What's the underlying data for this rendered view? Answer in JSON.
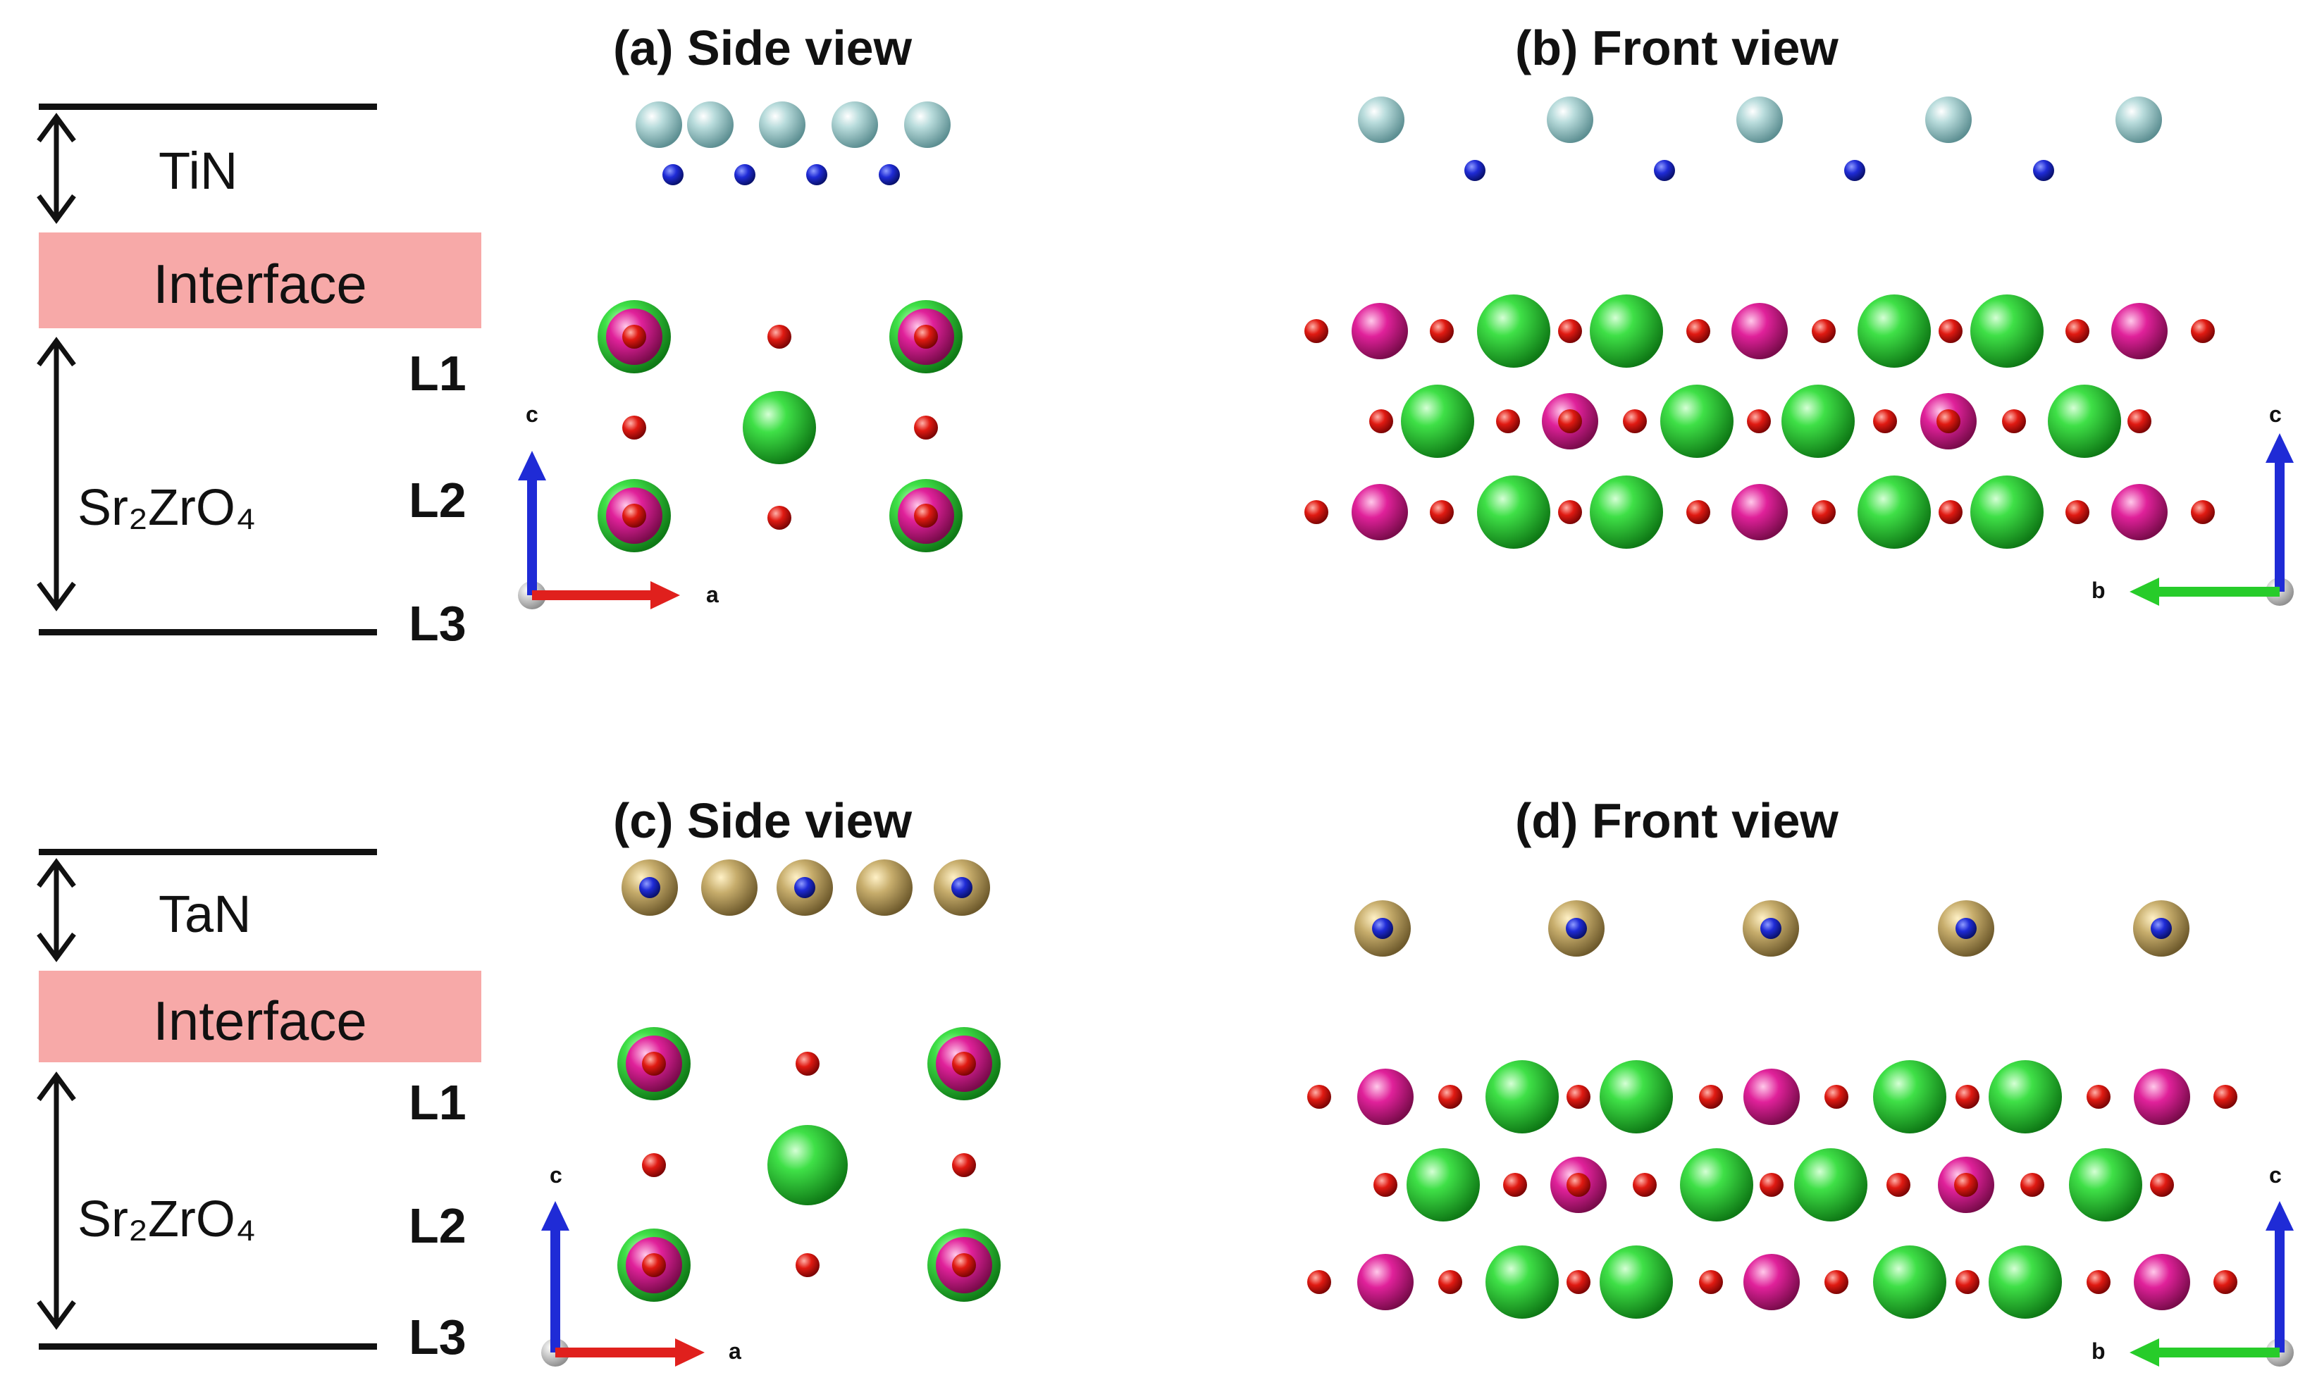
{
  "legend_top": {
    "film": "TiN",
    "interface": "Interface",
    "substrate": "Sr₂ZrO₄",
    "layers": [
      "L1",
      "L2",
      "L3"
    ]
  },
  "legend_bottom": {
    "film": "TaN",
    "interface": "Interface",
    "substrate": "Sr₂ZrO₄",
    "layers": [
      "L1",
      "L2",
      "L3"
    ]
  },
  "panels": {
    "a": {
      "title": "(a) Side view",
      "axes": {
        "up": "c",
        "right": "a"
      }
    },
    "b": {
      "title": "(b) Front view",
      "axes": {
        "up": "c",
        "left": "b"
      }
    },
    "c": {
      "title": "(c) Side view",
      "axes": {
        "up": "c",
        "right": "a"
      }
    },
    "d": {
      "title": "(d) Front view",
      "axes": {
        "up": "c",
        "left": "b"
      }
    }
  },
  "colors": {
    "Ti": "#a9cfd0",
    "N": "#1f2bd6",
    "Ta": "#b39a5c",
    "Sr": "#2fd136",
    "Zr": "#d6188a",
    "O": "#dd1111",
    "band": "#f7a9a8",
    "axis_c": "#1f2bd6",
    "axis_a": "#e0201d",
    "axis_b": "#27cc2a"
  }
}
